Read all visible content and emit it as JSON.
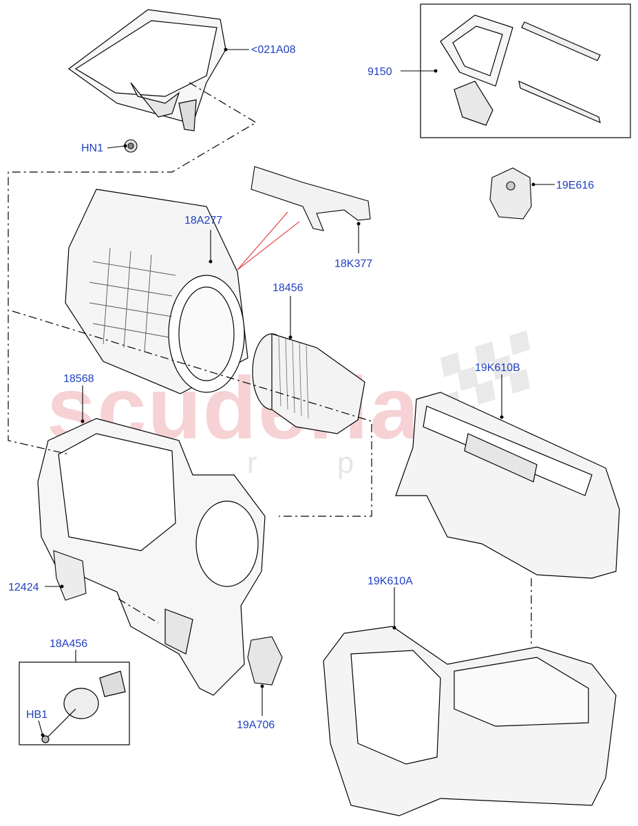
{
  "watermark": {
    "main": "scuderia",
    "sub": "c a r p a r t s"
  },
  "callouts": {
    "c021A08": "<021A08",
    "hn1": "HN1",
    "c9150": "9150",
    "c18A277": "18A277",
    "c18K377": "18K377",
    "c19E616": "19E616",
    "c18456": "18456",
    "c18568": "18568",
    "c19K610B": "19K610B",
    "c12424": "12424",
    "c19K610A": "19K610A",
    "c18A456": "18A456",
    "hb1": "HB1",
    "c19A706": "19A706"
  },
  "colors": {
    "label": "#1f3fbf",
    "line": "#000000",
    "accent_line": "#e02020",
    "watermark_red": "#f3c4c8"
  }
}
